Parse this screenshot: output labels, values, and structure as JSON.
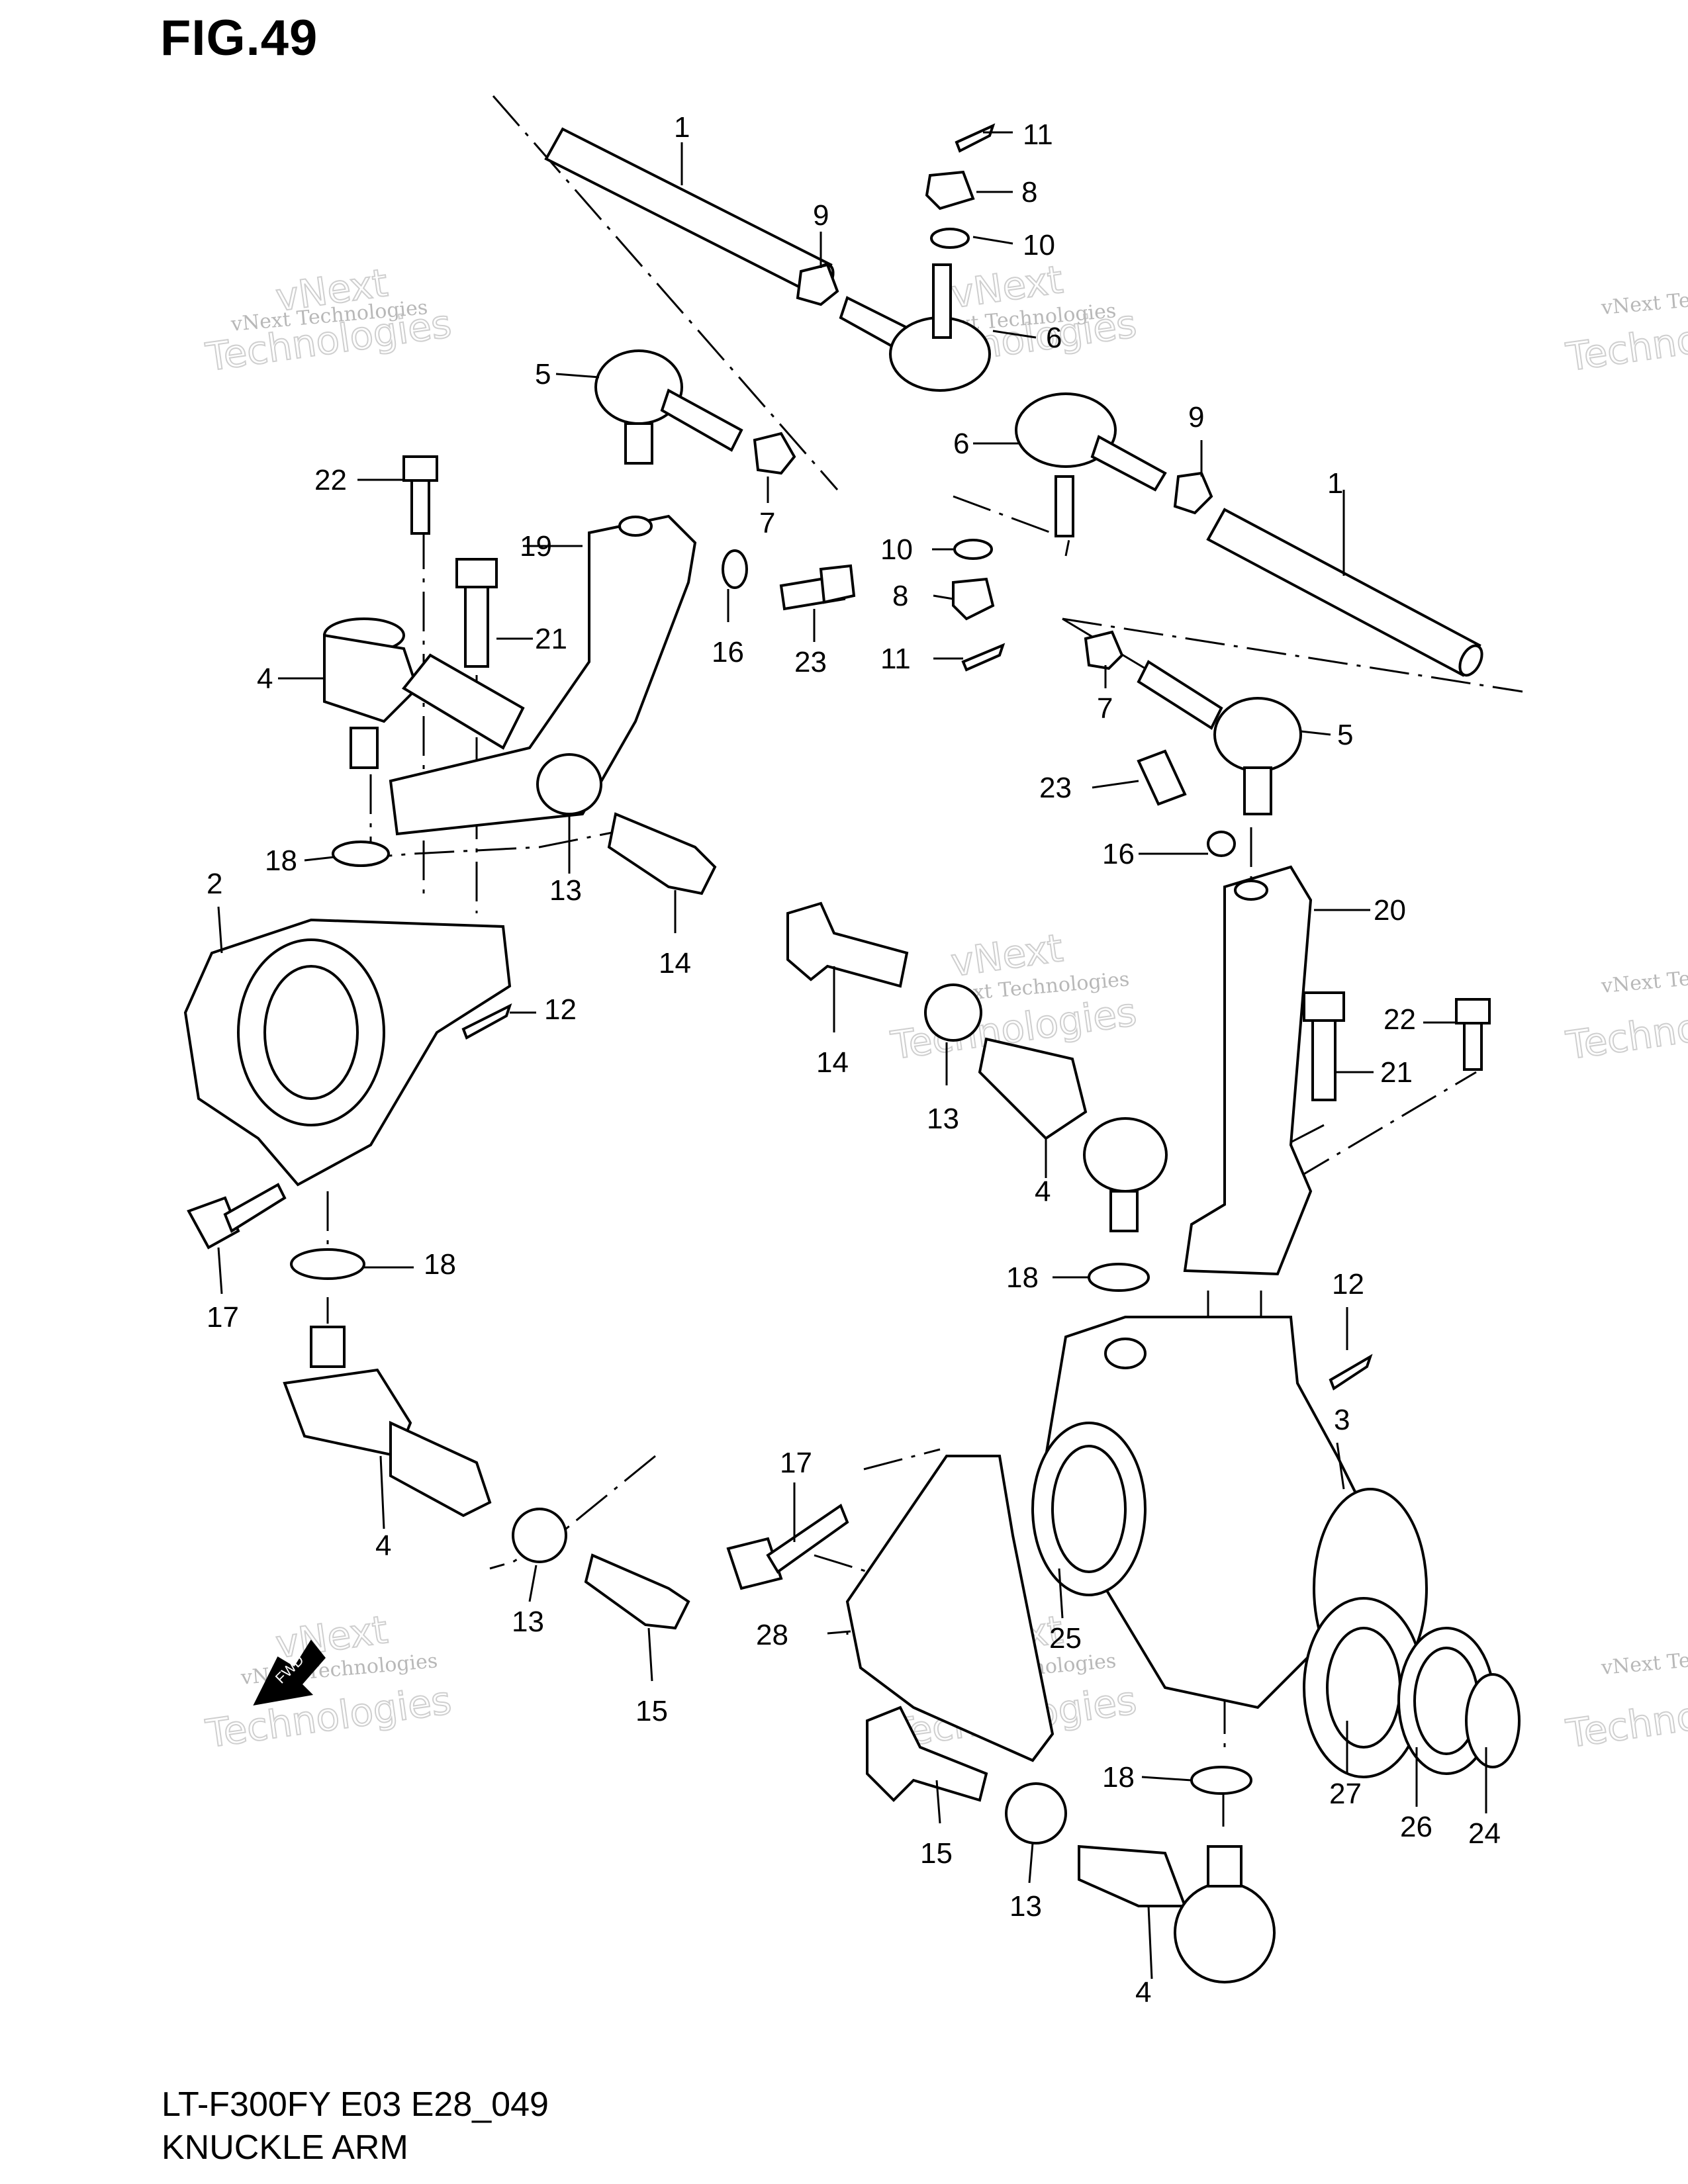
{
  "figure": {
    "title": "FIG.49",
    "model_code": "LT-F300FY E03 E28_049",
    "name": "KNUCKLE ARM"
  },
  "watermark": {
    "company": "vNext Technologies",
    "brand": "vNext",
    "word": "Technologies"
  },
  "arrow_label": "FWD",
  "callouts": [
    {
      "id": "c1a",
      "text": "1"
    },
    {
      "id": "c1b",
      "text": "1"
    },
    {
      "id": "c2",
      "text": "2"
    },
    {
      "id": "c3",
      "text": "3"
    },
    {
      "id": "c4a",
      "text": "4"
    },
    {
      "id": "c4b",
      "text": "4"
    },
    {
      "id": "c4c",
      "text": "4"
    },
    {
      "id": "c4d",
      "text": "4"
    },
    {
      "id": "c5a",
      "text": "5"
    },
    {
      "id": "c5b",
      "text": "5"
    },
    {
      "id": "c6a",
      "text": "6"
    },
    {
      "id": "c6b",
      "text": "6"
    },
    {
      "id": "c7a",
      "text": "7"
    },
    {
      "id": "c7b",
      "text": "7"
    },
    {
      "id": "c8a",
      "text": "8"
    },
    {
      "id": "c8b",
      "text": "8"
    },
    {
      "id": "c9a",
      "text": "9"
    },
    {
      "id": "c9b",
      "text": "9"
    },
    {
      "id": "c10a",
      "text": "10"
    },
    {
      "id": "c10b",
      "text": "10"
    },
    {
      "id": "c11a",
      "text": "11"
    },
    {
      "id": "c11b",
      "text": "11"
    },
    {
      "id": "c12a",
      "text": "12"
    },
    {
      "id": "c12b",
      "text": "12"
    },
    {
      "id": "c13a",
      "text": "13"
    },
    {
      "id": "c13b",
      "text": "13"
    },
    {
      "id": "c13c",
      "text": "13"
    },
    {
      "id": "c13d",
      "text": "13"
    },
    {
      "id": "c14a",
      "text": "14"
    },
    {
      "id": "c14b",
      "text": "14"
    },
    {
      "id": "c15a",
      "text": "15"
    },
    {
      "id": "c15b",
      "text": "15"
    },
    {
      "id": "c16a",
      "text": "16"
    },
    {
      "id": "c16b",
      "text": "16"
    },
    {
      "id": "c17a",
      "text": "17"
    },
    {
      "id": "c17b",
      "text": "17"
    },
    {
      "id": "c18a",
      "text": "18"
    },
    {
      "id": "c18b",
      "text": "18"
    },
    {
      "id": "c18c",
      "text": "18"
    },
    {
      "id": "c18d",
      "text": "18"
    },
    {
      "id": "c19",
      "text": "19"
    },
    {
      "id": "c20",
      "text": "20"
    },
    {
      "id": "c21a",
      "text": "21"
    },
    {
      "id": "c21b",
      "text": "21"
    },
    {
      "id": "c22a",
      "text": "22"
    },
    {
      "id": "c22b",
      "text": "22"
    },
    {
      "id": "c23a",
      "text": "23"
    },
    {
      "id": "c23b",
      "text": "23"
    },
    {
      "id": "c24",
      "text": "24"
    },
    {
      "id": "c25",
      "text": "25"
    },
    {
      "id": "c26",
      "text": "26"
    },
    {
      "id": "c27",
      "text": "27"
    },
    {
      "id": "c28",
      "text": "28"
    }
  ]
}
